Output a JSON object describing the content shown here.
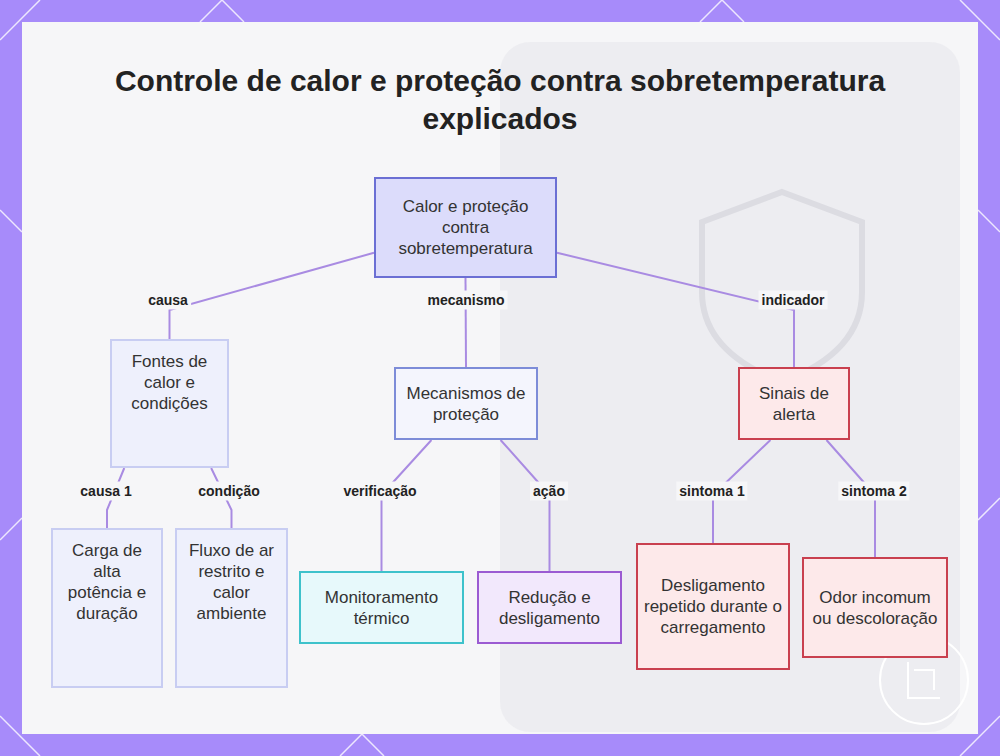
{
  "diagram": {
    "title": "Controle de calor e proteção contra sobretemperatura explicados",
    "nodes": [
      {
        "text": [
          "Calor e proteção contra sobretemperatura"
        ]
      },
      {
        "text": [
          "Fontes de calor e condições"
        ]
      },
      {
        "text": [
          "Mecanismos de proteção"
        ]
      },
      {
        "text": [
          "Sinais de alerta"
        ]
      },
      {
        "text": [
          "Carga de alta potência e duração"
        ]
      },
      {
        "text": [
          "Fluxo de ar restrito e calor ambiente"
        ]
      },
      {
        "text": [
          "Monitoramento térmico"
        ]
      },
      {
        "text": [
          "Redução e desligamento"
        ]
      },
      {
        "text": [
          "Desligamento repetido durante o carregamento"
        ]
      },
      {
        "text": [
          "Odor incomum ou descoloração"
        ]
      }
    ],
    "edges": [
      {
        "from": 0,
        "to": 1,
        "label": "causa",
        "arrow": "none"
      },
      {
        "from": 0,
        "to": 2,
        "label": "mecanismo",
        "arrow": "none"
      },
      {
        "from": 0,
        "to": 3,
        "label": "indicador",
        "arrow": "none"
      },
      {
        "from": 1,
        "to": 4,
        "label": "causa 1",
        "arrow": "none"
      },
      {
        "from": 1,
        "to": 5,
        "label": "condição",
        "arrow": "none"
      },
      {
        "from": 2,
        "to": 6,
        "label": "verificação",
        "arrow": "none"
      },
      {
        "from": 2,
        "to": 7,
        "label": "ação",
        "arrow": "none"
      },
      {
        "from": 3,
        "to": 8,
        "label": "sintoma 1",
        "arrow": "none"
      },
      {
        "from": 3,
        "to": 9,
        "label": "sintoma 2",
        "arrow": "none"
      }
    ]
  }
}
